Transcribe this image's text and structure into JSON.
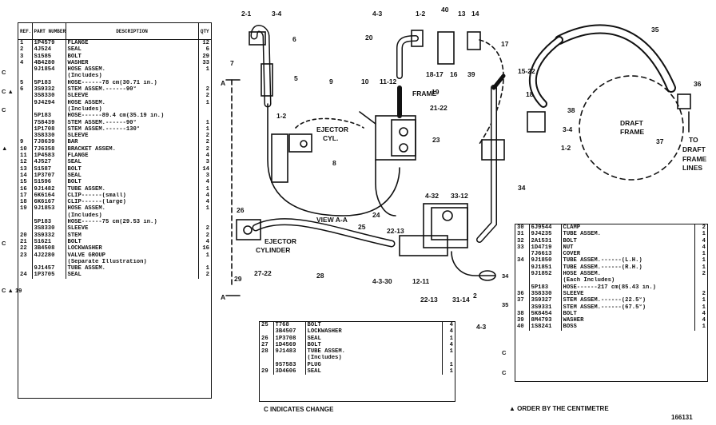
{
  "table_main": {
    "headers": [
      "REF. NO.",
      "PART NUMBER",
      "DESCRIPTION",
      "QTY"
    ],
    "rows": [
      [
        "1",
        "1P4579",
        "FLANGE",
        "12"
      ],
      [
        "2",
        "4J524",
        "SEAL",
        "6"
      ],
      [
        "3",
        "S1585",
        "BOLT",
        "29"
      ],
      [
        "4",
        "4B4280",
        "WASHER",
        "33"
      ],
      [
        "",
        "9J1854",
        "HOSE ASSEM.",
        "1"
      ],
      [
        "",
        "",
        "(Includes)",
        ""
      ],
      [
        "5",
        "5P183",
        "HOSE------78 cm(30.71 in.)",
        ""
      ],
      [
        "6",
        "3S9332",
        "STEM ASSEM.------90°",
        "2"
      ],
      [
        "",
        "3S8330",
        "SLEEVE",
        "2"
      ],
      [
        "",
        "9J4294",
        "HOSE ASSEM.",
        "1"
      ],
      [
        "",
        "",
        "(Includes)",
        ""
      ],
      [
        "",
        "5P183",
        "HOSE------89.4 cm(35.19 in.)",
        ""
      ],
      [
        "",
        "7S8439",
        "STEM ASSEM.------90°",
        "1"
      ],
      [
        "",
        "1P1708",
        "STEM ASSEM.------130°",
        "1"
      ],
      [
        "",
        "3S8330",
        "SLEEVE",
        "2"
      ],
      [
        "9",
        "7J8639",
        "BAR",
        "2"
      ],
      [
        "10",
        "7J6358",
        "BRACKET ASSEM.",
        "2"
      ],
      [
        "11",
        "1P4583",
        "FLANGE",
        "4"
      ],
      [
        "12",
        "4J527",
        "SEAL",
        "3"
      ],
      [
        "13",
        "S1587",
        "BOLT",
        "14"
      ],
      [
        "14",
        "1P3707",
        "SEAL",
        "3"
      ],
      [
        "15",
        "S1596",
        "BOLT",
        "4"
      ],
      [
        "16",
        "9J1482",
        "TUBE ASSEM.",
        "1"
      ],
      [
        "17",
        "6K6164",
        "CLIP------(small)",
        "4"
      ],
      [
        "18",
        "6K6167",
        "CLIP------(large)",
        "4"
      ],
      [
        "19",
        "9J1853",
        "HOSE ASSEM.",
        "1"
      ],
      [
        "",
        "",
        "(Includes)",
        ""
      ],
      [
        "",
        "5P183",
        "HOSE------75 cm(29.53 in.)",
        ""
      ],
      [
        "",
        "3S8330",
        "SLEEVE",
        "2"
      ],
      [
        "20",
        "3S9332",
        "STEM",
        "2"
      ],
      [
        "21",
        "S1621",
        "BOLT",
        "4"
      ],
      [
        "22",
        "3B4508",
        "LOCKWASHER",
        "16"
      ],
      [
        "23",
        "4J2280",
        "VALVE GROUP",
        "1"
      ],
      [
        "",
        "",
        "(Separate Illustration)",
        ""
      ],
      [
        "",
        "9J1457",
        "TUBE ASSEM.",
        "1"
      ],
      [
        "24",
        "1P3705",
        "SEAL",
        "2"
      ]
    ],
    "margin_marks": [
      {
        "row": 3,
        "text": "C"
      },
      {
        "row": 5,
        "text": "C ▲"
      },
      {
        "row": 7,
        "text": "C"
      },
      {
        "row": 11,
        "text": "▲"
      },
      {
        "row": 21,
        "text": "C"
      },
      {
        "row": 26,
        "text": "C ▲ 19"
      }
    ]
  },
  "table_bottom": {
    "rows": [
      [
        "25",
        "T768",
        "BOLT",
        "4"
      ],
      [
        "",
        "3B4507",
        "LOCKWASHER",
        "4"
      ],
      [
        "26",
        "1P3708",
        "SEAL",
        "1"
      ],
      [
        "27",
        "1D4569",
        "BOLT",
        "4"
      ],
      [
        "28",
        "9J1483",
        "TUBE ASSEM.",
        "1"
      ],
      [
        "",
        "",
        "(Includes)",
        ""
      ],
      [
        "",
        "9S7583",
        "PLUG",
        "1"
      ],
      [
        "29",
        "3D4606",
        "SEAL",
        "1"
      ]
    ]
  },
  "table_right": {
    "rows": [
      [
        "30",
        "6J9544",
        "CLAMP",
        "2"
      ],
      [
        "31",
        "9J4235",
        "TUBE ASSEM.",
        "1"
      ],
      [
        "32",
        "2A1531",
        "BOLT",
        "4"
      ],
      [
        "33",
        "1D4719",
        "NUT",
        "4"
      ],
      [
        "",
        "7J6613",
        "COVER",
        "1"
      ],
      [
        "34",
        "9J1850",
        "TUBE ASSEM.------(L.H.)",
        "1"
      ],
      [
        "",
        "9J1851",
        "TUBE ASSEM.------(R.H.)",
        "1"
      ],
      [
        "",
        "9J1852",
        "HOSE ASSEM.",
        "2"
      ],
      [
        "",
        "",
        "(Each Includes)",
        ""
      ],
      [
        "",
        "5P183",
        "HOSE------217 cm(85.43 in.)",
        ""
      ],
      [
        "36",
        "3S8330",
        "SLEEVE",
        "2"
      ],
      [
        "37",
        "3S9327",
        "STEM ASSEM.------(22.5°)",
        "1"
      ],
      [
        "",
        "3S9331",
        "STEM ASSEM.------(67.5°)",
        "1"
      ],
      [
        "38",
        "5K8454",
        "BOLT",
        "4"
      ],
      [
        "39",
        "8M4793",
        "WASHER",
        "4"
      ],
      [
        "40",
        "1S8241",
        "BOSS",
        "1"
      ]
    ],
    "margin_marks": [
      {
        "row": 5,
        "text": "34"
      },
      {
        "row": 8,
        "text": "35"
      },
      {
        "row": 13,
        "text": "C"
      },
      {
        "row": 15,
        "text": "C"
      }
    ]
  },
  "notes": {
    "change": "C INDICATES CHANGE",
    "order": "▲ ORDER BY THE CENTIMETRE",
    "illustration_no": "166131"
  },
  "diagram": {
    "labels": {
      "frame": "FRAME",
      "ejector_cyl_1": "EJECTOR",
      "ejector_cyl_2": "CYL.",
      "view": "VIEW A-A",
      "ejector_cylinder_1": "EJECTOR",
      "ejector_cylinder_2": "CYLINDER",
      "draft_frame_1": "DRAFT",
      "draft_frame_2": "FRAME",
      "to_draft_1": "TO",
      "to_draft_2": "DRAFT",
      "to_draft_3": "FRAME",
      "to_draft_4": "LINES",
      "section_a": "A"
    },
    "callouts": [
      "2-1",
      "3-4",
      "6",
      "7",
      "5",
      "1-2",
      "4-3",
      "1-2",
      "40",
      "13",
      "14",
      "20",
      "18-17",
      "16",
      "39",
      "17",
      "15-22",
      "19",
      "11-12",
      "10",
      "9",
      "21-22",
      "18",
      "38",
      "3-4",
      "1-2",
      "23",
      "8",
      "26",
      "27-22",
      "29",
      "28",
      "25",
      "24",
      "22-13",
      "4-32",
      "33-12",
      "34",
      "35",
      "36",
      "37",
      "4-3-30",
      "12-11",
      "22-13",
      "31-14",
      "2",
      "4-3"
    ]
  }
}
